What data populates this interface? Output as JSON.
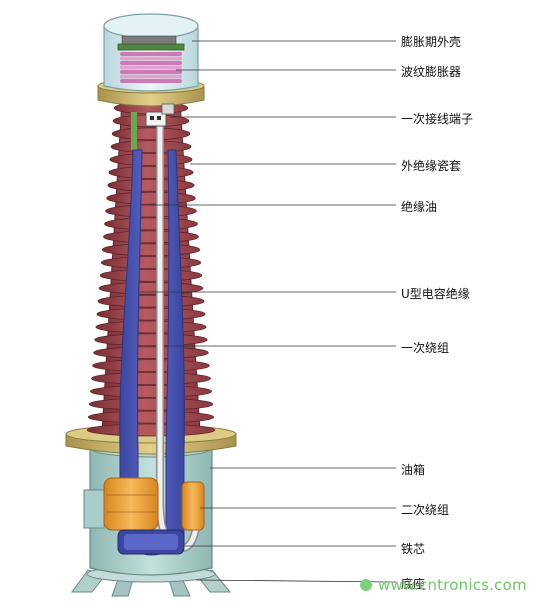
{
  "colors": {
    "porcelain": "#a64c52",
    "porcelain_dark": "#7a2f36",
    "capacitor": "#4a56b8",
    "conductor": "#e8e8e8",
    "flange": "#c8b46a",
    "tank": "#a9cdc9",
    "dome": "#d6ecf0",
    "coil": "#f0a53c",
    "bellows": "#d689c0",
    "accent_green": "#6aa84f",
    "leader": "#333333"
  },
  "labels": [
    {
      "id": "expansion-shell",
      "text": "膨胀期外壳"
    },
    {
      "id": "bellows-expander",
      "text": "波纹膨胀器"
    },
    {
      "id": "primary-terminal",
      "text": "一次接线端子"
    },
    {
      "id": "outer-bushing",
      "text": "外绝缘瓷套"
    },
    {
      "id": "insulating-oil",
      "text": "绝缘油"
    },
    {
      "id": "u-capacitor",
      "text": "U型电容绝缘"
    },
    {
      "id": "primary-winding",
      "text": "一次绕组"
    },
    {
      "id": "oil-tank",
      "text": "油箱"
    },
    {
      "id": "secondary-winding",
      "text": "二次绕组"
    },
    {
      "id": "iron-core",
      "text": "铁芯"
    },
    {
      "id": "base",
      "text": "底座"
    }
  ],
  "watermark": "www.cntronics.com"
}
